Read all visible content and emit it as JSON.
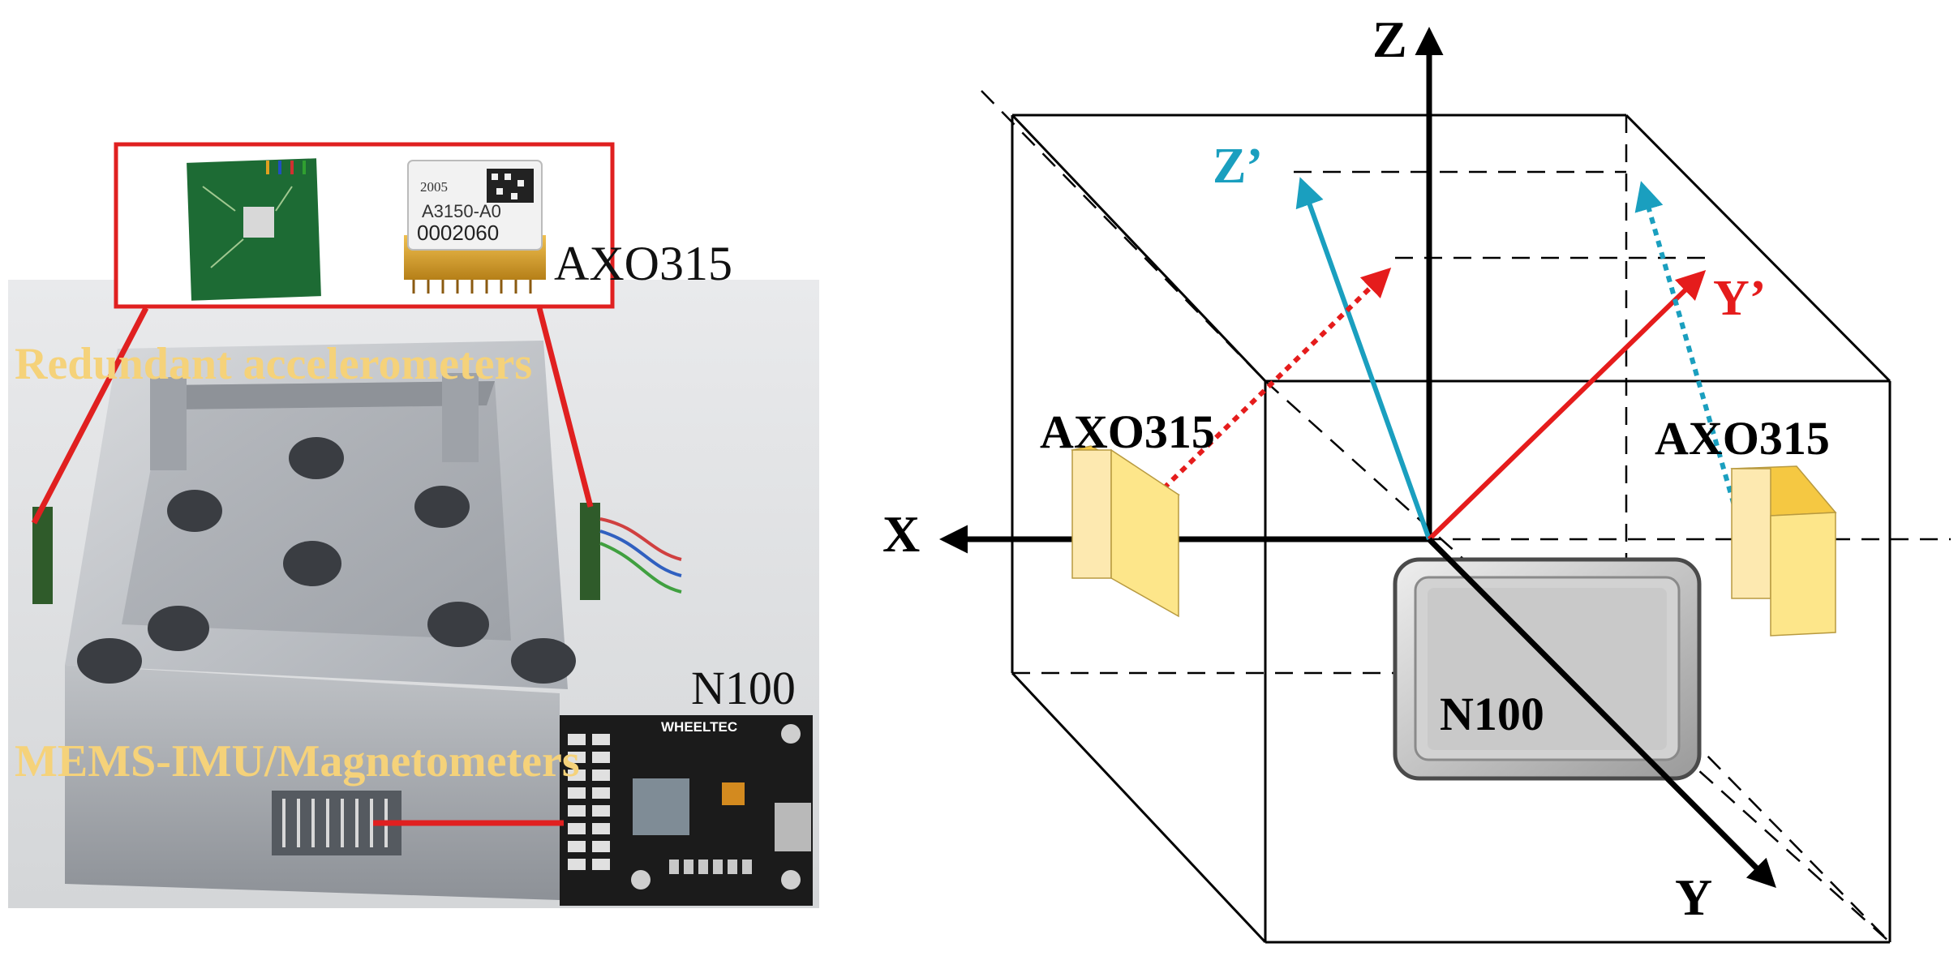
{
  "left_panel": {
    "top_chip_label": "AXO315",
    "redundant_label": "Redundant accelerometers",
    "mems_label": "MEMS-IMU/Magnetometers",
    "n100_label": "N100",
    "chip_text_line1": "2005",
    "chip_text_line2": "A3150-A0",
    "chip_text_line3": "0002060",
    "board_brand": "WHEELTEC",
    "label_color": "#f5d27a",
    "frame_color": "#e02020"
  },
  "right_panel": {
    "axis_z": "Z",
    "axis_x": "X",
    "axis_y": "Y",
    "axis_z_prime": "Z’",
    "axis_y_prime": "Y’",
    "sensor_left_label": "AXO315",
    "sensor_right_label": "AXO315",
    "device_label": "N100",
    "prime_red": "#e51c1c",
    "prime_cyan": "#1a9fbf",
    "block_fill": "#fde68a"
  }
}
